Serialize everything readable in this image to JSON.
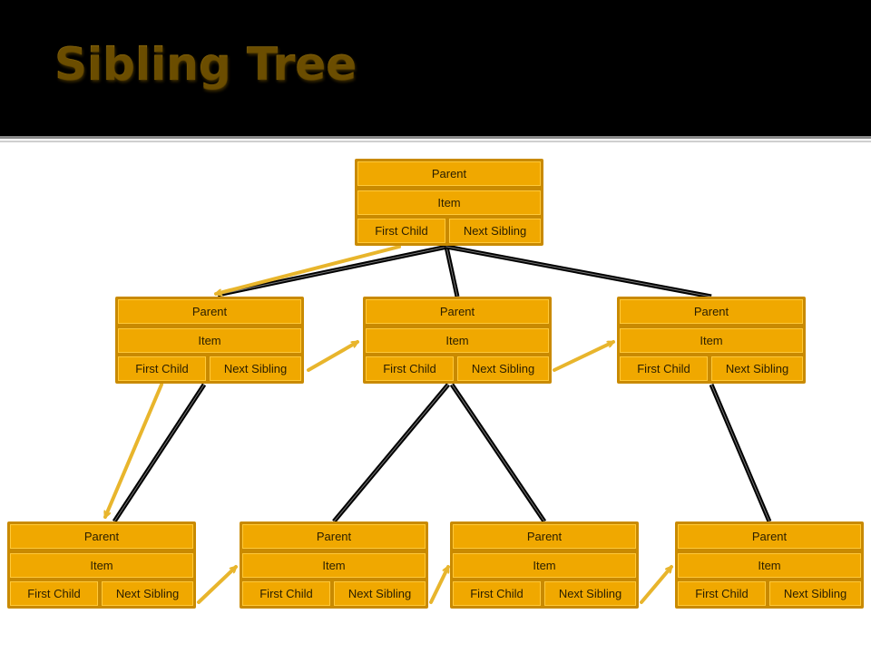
{
  "title": "Sibling Tree",
  "node": {
    "parent": "Parent",
    "item": "Item",
    "first_child": "First Child",
    "next_sibling": "Next Sibling"
  },
  "colors": {
    "title_gold": "#f2b712",
    "node_fill": "#f0a800",
    "node_border": "#c98a00",
    "tree_edge": "#000000",
    "pointer_arrow": "#e8b52c"
  }
}
